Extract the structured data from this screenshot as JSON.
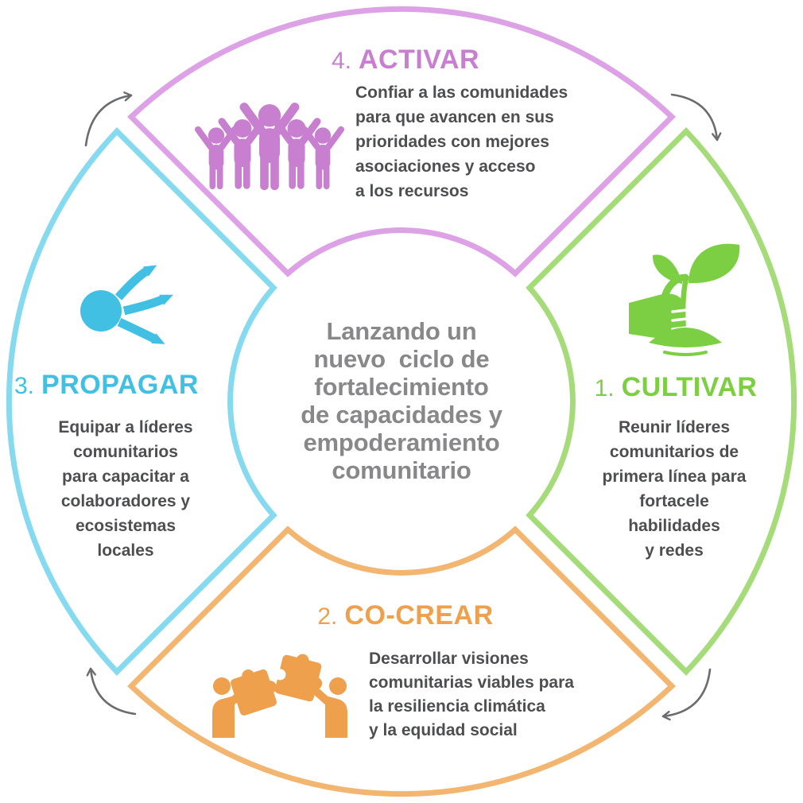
{
  "diagram": {
    "type": "cycle",
    "direction": "clockwise",
    "arrow_color": "#6b6c6e",
    "body_text_color": "#4d4e50",
    "background": "#ffffff"
  },
  "center": {
    "text": "Lanzando un\nnuevo  ciclo de\nfortalecimiento\nde capacidades y\nempoderamiento\ncomunitario",
    "color": "#88888b"
  },
  "sections": {
    "activar": {
      "number": "4.",
      "name": "ACTIVAR",
      "position": "top",
      "color": "#c87fd0",
      "stroke": "#dda2e6",
      "icon": "celebrating-people-icon",
      "body": "Confiar a las comunidades\npara que avancen en sus\nprioridades con mejores\nasociaciones y acceso\na los recursos"
    },
    "cultivar": {
      "number": "1.",
      "name": "CULTIVAR",
      "position": "right",
      "color": "#7ccf43",
      "stroke": "#a5dc79",
      "icon": "hand-plant-icon",
      "body": "Reunir líderes\ncomunitarios de\nprimera línea para\nfortacele\nhabilidades\ny redes"
    },
    "cocrear": {
      "number": "2.",
      "name": "CO-CREAR",
      "position": "bottom",
      "color": "#efa04c",
      "stroke": "#f3b671",
      "icon": "puzzle-collaboration-icon",
      "body": "Desarrollar visiones\ncomunitarias viables para\nla resiliencia climática\ny la equidad social"
    },
    "propagar": {
      "number": "3.",
      "name": "PROPAGAR",
      "position": "left",
      "color": "#41c0e4",
      "stroke": "#85daef",
      "icon": "share-arrows-icon",
      "body": "Equipar a líderes\ncomunitarios\npara capacitar a\ncolaboradores y\necosistemas\nlocales"
    }
  }
}
